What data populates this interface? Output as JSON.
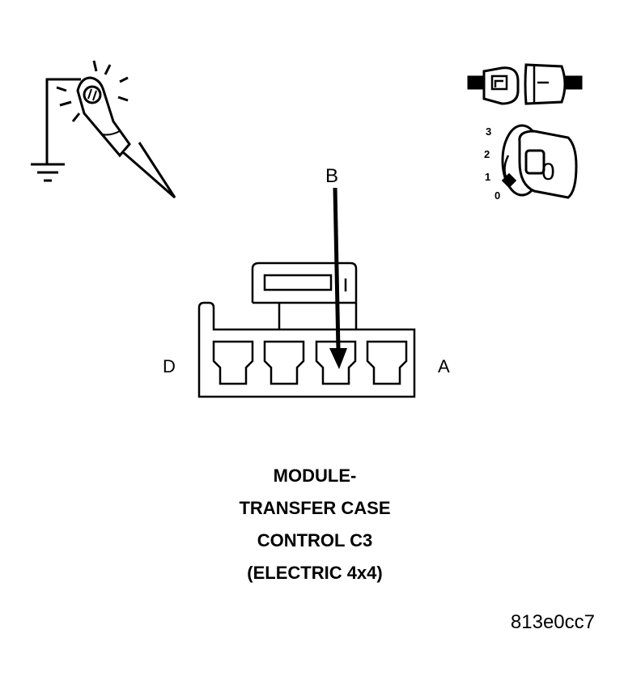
{
  "labels": {
    "pin_b": "B",
    "pin_d": "D",
    "pin_a": "A",
    "key_position": "0",
    "ignition_positions": [
      "3",
      "2",
      "1",
      "0"
    ]
  },
  "caption": {
    "lines": [
      "MODULE-",
      "TRANSFER CASE",
      "CONTROL C3",
      "(ELECTRIC 4x4)"
    ]
  },
  "figure_id": "813e0cc7",
  "icons": [
    "test-light-icon",
    "ground-symbol-icon",
    "connector-disconnected-icon",
    "ignition-switch-icon"
  ],
  "colors": {
    "line": "#000000",
    "background": "#ffffff"
  }
}
